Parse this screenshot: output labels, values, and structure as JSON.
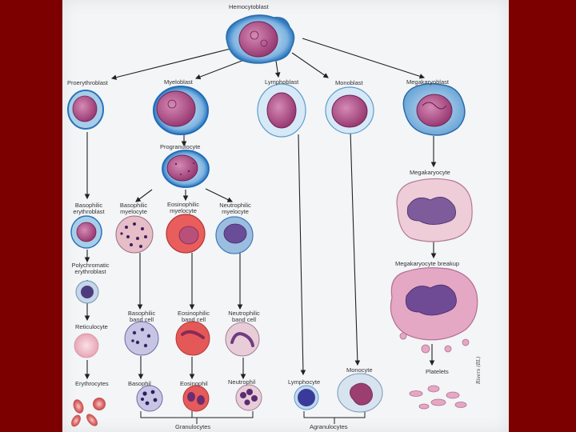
{
  "labels": {
    "hemocytoblast": "Hemocytoblast",
    "proerythroblast": "Proerythroblast",
    "myeloblast": "Myeloblast",
    "lymphoblast": "Lymphoblast",
    "monoblast": "Monoblast",
    "megakaryoblast": "Megakaryoblast",
    "progranulocyte": "Progranulocyte",
    "megakaryocyte": "Megakaryocyte",
    "basophilic_erythroblast": "Basophilic erythroblast",
    "basophilic_myelocyte": "Basophilic myelocyte",
    "eosinophilic_myelocyte": "Eosinophilic myelocyte",
    "neutrophilic_myelocyte": "Neutrophilic myelocyte",
    "polychromatic_erythroblast": "Polychromatic erythroblast",
    "megakaryocyte_breakup": "Megakaryocyte breakup",
    "reticulocyte": "Reticulocyte",
    "basophilic_band_cell": "Basophilic band cell",
    "eosinophilic_band_cell": "Eosinophilic band cell",
    "neutrophilic_band_cell": "Neutrophilic band cell",
    "erythrocytes": "Erythrocytes",
    "basophil": "Basophil",
    "eosinophil": "Eosinophil",
    "neutrophil": "Neutrophil",
    "lymphocyte": "Lymphocyte",
    "monocyte": "Monocyte",
    "platelets": "Platelets",
    "granulocytes": "Granulocytes",
    "agranulocytes": "Agranulocytes",
    "credit": "Rivers (BL)"
  }
}
